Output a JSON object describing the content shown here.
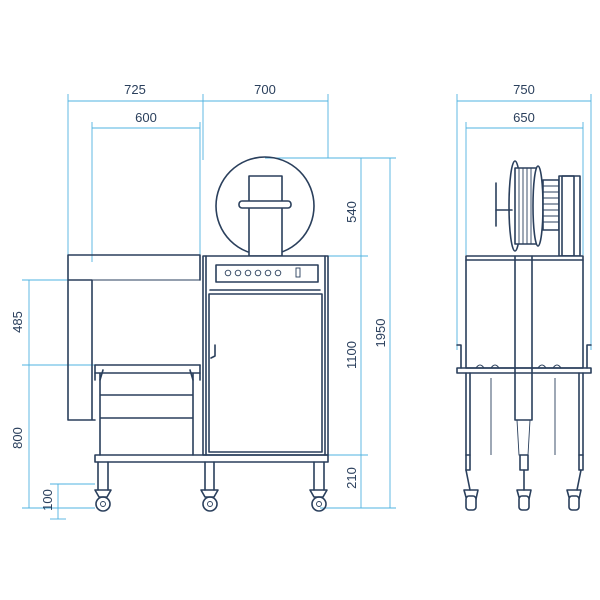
{
  "dimensions": {
    "front_width_left": "725",
    "front_width_right": "700",
    "table_width": "600",
    "side_width": "750",
    "side_inner_width": "650",
    "coil_height": "540",
    "cabinet_height": "1100",
    "total_height": "1950",
    "wheel_height": "210",
    "table_side_height": "485",
    "table_height": "800",
    "caster_height": "100"
  },
  "colors": {
    "line": "#2a3f5c",
    "dimension_line": "#4fb3e0",
    "background": "#ffffff"
  }
}
